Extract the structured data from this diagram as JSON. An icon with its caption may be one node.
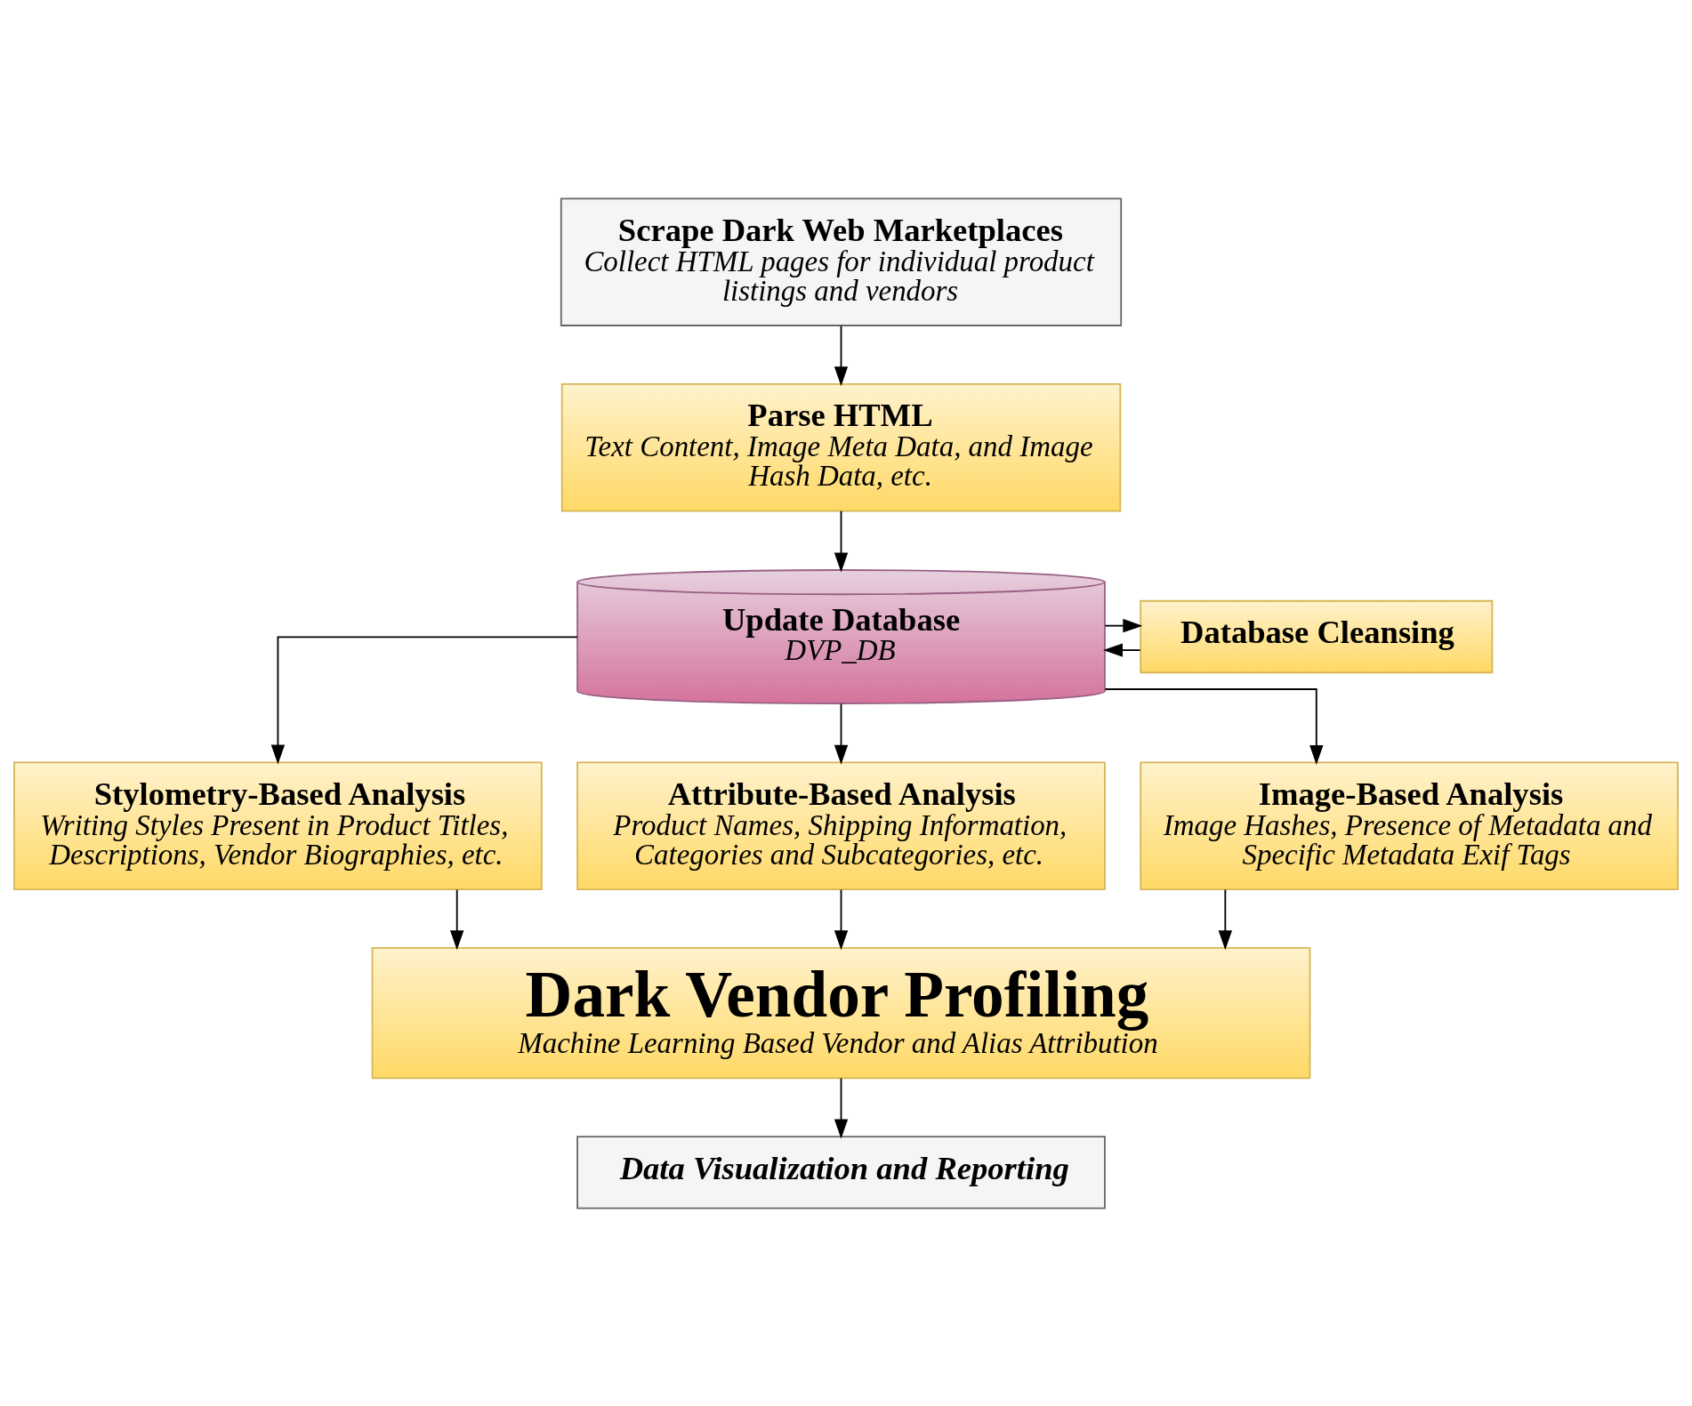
{
  "diagram": {
    "nodes": [
      {
        "text": [
          "Scrape Dark Web Marketplaces",
          "Collect HTML pages for individual product listings and vendors"
        ]
      },
      {
        "text": [
          "Parse HTML",
          "Text Content, Image Meta Data, and Image Hash Data, etc."
        ]
      },
      {
        "text": [
          "Update Database",
          "DVP_DB"
        ]
      },
      {
        "text": [
          "Database Cleansing"
        ]
      },
      {
        "text": [
          "Stylometry-Based Analysis",
          "Writing Styles Present in Product Titles, Descriptions, Vendor Biographies, etc."
        ]
      },
      {
        "text": [
          "Attribute-Based Analysis",
          "Product Names, Shipping Information, Categories and Subcategories, etc."
        ]
      },
      {
        "text": [
          "Image-Based Analysis",
          "Image Hashes, Presence of Metadata and Specific Metadata Exif Tags"
        ]
      },
      {
        "text": [
          "Dark Vendor Profiling",
          "Machine Learning Based Vendor and Alias Attribution"
        ]
      },
      {
        "text": [
          "Data Visualization and Reporting"
        ]
      }
    ],
    "edges": [
      {
        "from": 0,
        "to": 1,
        "arrow": "to"
      },
      {
        "from": 1,
        "to": 2,
        "arrow": "to"
      },
      {
        "from": 2,
        "to": 3,
        "arrow": "to"
      },
      {
        "from": 3,
        "to": 2,
        "arrow": "to"
      },
      {
        "from": 2,
        "to": 4,
        "arrow": "to"
      },
      {
        "from": 2,
        "to": 5,
        "arrow": "to"
      },
      {
        "from": 2,
        "to": 6,
        "arrow": "to"
      },
      {
        "from": 4,
        "to": 7,
        "arrow": "to"
      },
      {
        "from": 5,
        "to": 7,
        "arrow": "to"
      },
      {
        "from": 6,
        "to": 7,
        "arrow": "to"
      },
      {
        "from": 7,
        "to": 8,
        "arrow": "to"
      }
    ]
  }
}
